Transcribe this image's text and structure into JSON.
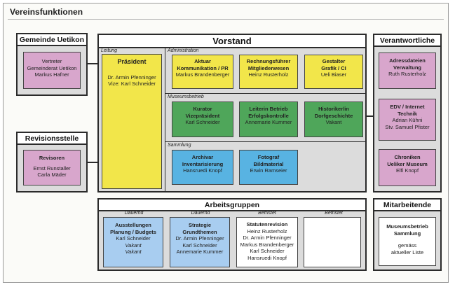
{
  "title": "Vereinsfunktionen",
  "gemeinde": {
    "header": "Gemeinde Uetikon",
    "box": [
      "Vertreter",
      "Gemeinderat Uetikon",
      "Markus Hafner"
    ]
  },
  "revisionsstelle": {
    "header": "Revisionsstelle",
    "box": {
      "title": "Revisoren",
      "names": [
        "Ernst Runstaller",
        "Carla Mäder"
      ]
    }
  },
  "vorstand": {
    "header": "Vorstand",
    "leitung": {
      "label": "Leitung",
      "title": "Präsident",
      "lines": [
        "Dr. Armin Pfenninger",
        "Vize: Karl Schneider"
      ]
    },
    "administration": {
      "label": "Administration",
      "boxes": [
        {
          "title": [
            "Aktuar",
            "Kommunikation / PR"
          ],
          "names": [
            "Markus Brandenberger"
          ]
        },
        {
          "title": [
            "Rechnungsführer",
            "Mitgliederwesen"
          ],
          "names": [
            "Heinz Rusterholz"
          ]
        },
        {
          "title": [
            "Gestalter",
            "Grafik / CI"
          ],
          "names": [
            "Ueli Biaser"
          ]
        }
      ]
    },
    "museumsbetrieb": {
      "label": "Museumsbetrieb",
      "boxes": [
        {
          "title": [
            "Kurator",
            "Vizepräsident"
          ],
          "names": [
            "Karl Schneider"
          ]
        },
        {
          "title": [
            "Leiterin Betrieb",
            "Erfolgskontrolle"
          ],
          "names": [
            "Annemarie Kummer"
          ]
        },
        {
          "title": [
            "Historiker/in",
            "Dorfgeschichte"
          ],
          "names": [
            "Vakant"
          ]
        }
      ]
    },
    "sammlung": {
      "label": "Sammlung",
      "boxes": [
        {
          "title": [
            "Archivar",
            "Inventarisierung"
          ],
          "names": [
            "Hansruedi Knopf"
          ]
        },
        {
          "title": [
            "Fotograf",
            "Bildmaterial"
          ],
          "names": [
            "Erwin Ramseier"
          ]
        }
      ]
    }
  },
  "verantwortliche": {
    "header": "Verantwortliche",
    "boxes": [
      {
        "title": [
          "Adressdateien",
          "Verwaltung"
        ],
        "names": [
          "Ruth Rusterholz"
        ]
      },
      {
        "title": [
          "EDV / Internet",
          "Technik"
        ],
        "names": [
          "Adrian Kühni",
          "Stv. Samuel Pfister"
        ]
      },
      {
        "title": [
          "Chroniken",
          "Ueliker Museum"
        ],
        "names": [
          "Elfi Knopf"
        ]
      }
    ]
  },
  "arbeitsgruppen": {
    "header": "Arbeitsgruppen",
    "groups": [
      {
        "status": "Dauernd",
        "title": [
          "Ausstellungen",
          "Planung / Budgets"
        ],
        "names": [
          "Karl Schneider",
          "Vakant",
          "Vakant"
        ]
      },
      {
        "status": "Dauernd",
        "title": [
          "Strategie",
          "Grundthemen"
        ],
        "names": [
          "Dr. Armin Pfenninger",
          "Karl Schneider",
          "Annemarie Kummer"
        ]
      },
      {
        "status": "Befristet",
        "title": [
          "Statutenrevision"
        ],
        "names": [
          "Heinz Rusterholz",
          "Dr. Armin Pfenninger",
          "Markus Brandenberger",
          "Karl Schneider",
          "Hansruedi Knopf"
        ]
      },
      {
        "status": "Befristet",
        "title": [],
        "names": []
      }
    ]
  },
  "mitarbeitende": {
    "header": "Mitarbeitende",
    "box": {
      "title": [
        "Museumsbetrieb",
        "Sammlung"
      ],
      "names": [
        "gemäss",
        "aktueller Liste"
      ]
    }
  },
  "colors": {
    "pink": "#d8a6cc",
    "yellow": "#f2e64a",
    "green": "#4fa65a",
    "blue": "#58b3e2",
    "light_blue": "#a8cdf0",
    "panel": "#dcdcdc"
  }
}
